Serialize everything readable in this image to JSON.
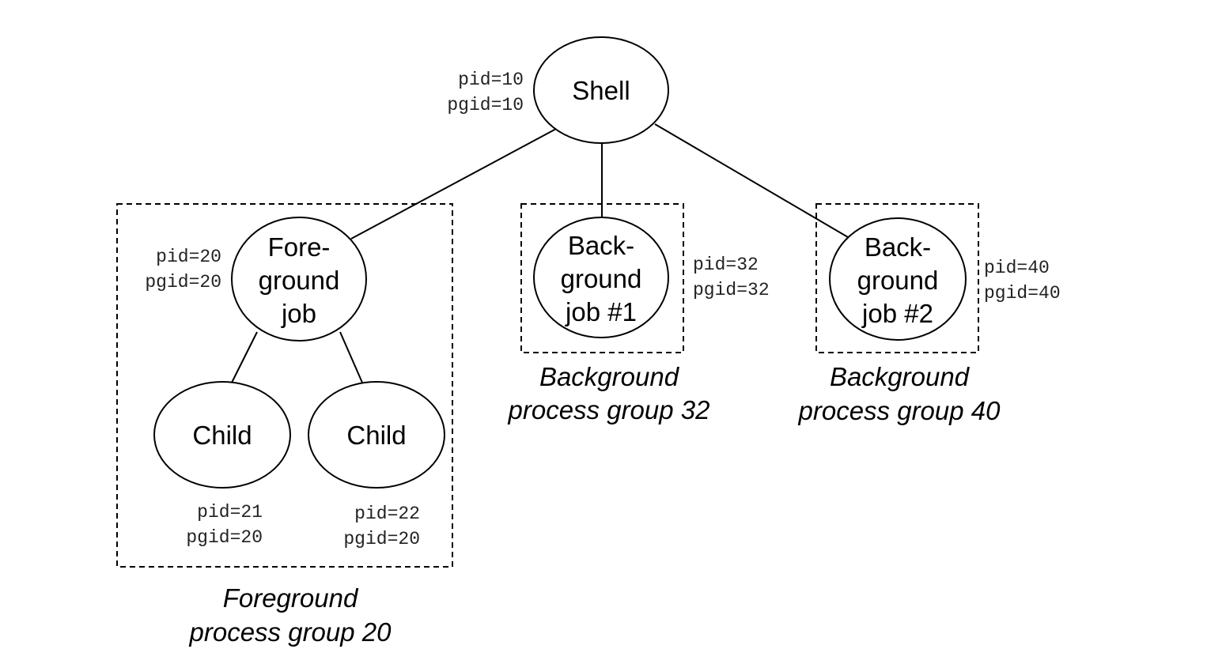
{
  "nodes": {
    "shell": {
      "lines": [
        "Shell"
      ],
      "pid": "pid=10",
      "pgid": "pgid=10"
    },
    "foreground_job": {
      "lines": [
        "Fore-",
        "ground",
        "job"
      ],
      "pid": "pid=20",
      "pgid": "pgid=20"
    },
    "child_1": {
      "lines": [
        "Child"
      ],
      "pid": "pid=21",
      "pgid": "pgid=20"
    },
    "child_2": {
      "lines": [
        "Child"
      ],
      "pid": "pid=22",
      "pgid": "pgid=20"
    },
    "background_job_1": {
      "lines": [
        "Back-",
        "ground",
        "job #1"
      ],
      "pid": "pid=32",
      "pgid": "pgid=32"
    },
    "background_job_2": {
      "lines": [
        "Back-",
        "ground",
        "job #2"
      ],
      "pid": "pid=40",
      "pgid": "pgid=40"
    }
  },
  "groups": {
    "foreground": {
      "lines": [
        "Foreground",
        "process group 20"
      ]
    },
    "background_32": {
      "lines": [
        "Background",
        "process group 32"
      ]
    },
    "background_40": {
      "lines": [
        "Background",
        "process group 40"
      ]
    }
  }
}
